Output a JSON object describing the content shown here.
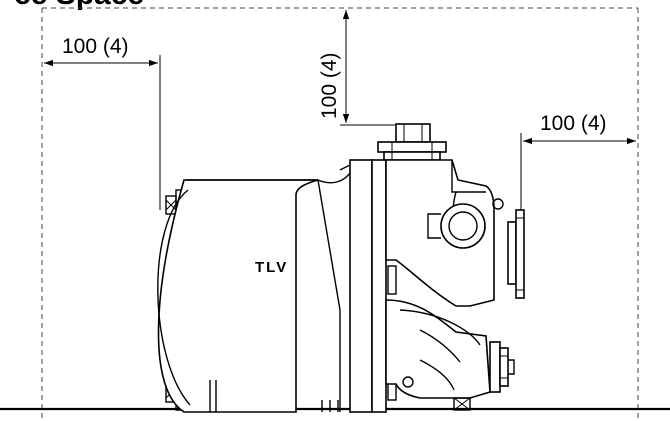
{
  "title": {
    "partial_text": "ce Space"
  },
  "dimensions": {
    "left_clearance": "100 (4)",
    "top_clearance": "100 (4)",
    "right_clearance": "100 (4)"
  },
  "logo": {
    "text": "TLV"
  },
  "colors": {
    "line": "#000000",
    "background": "#ffffff",
    "boundary": "#444444"
  }
}
